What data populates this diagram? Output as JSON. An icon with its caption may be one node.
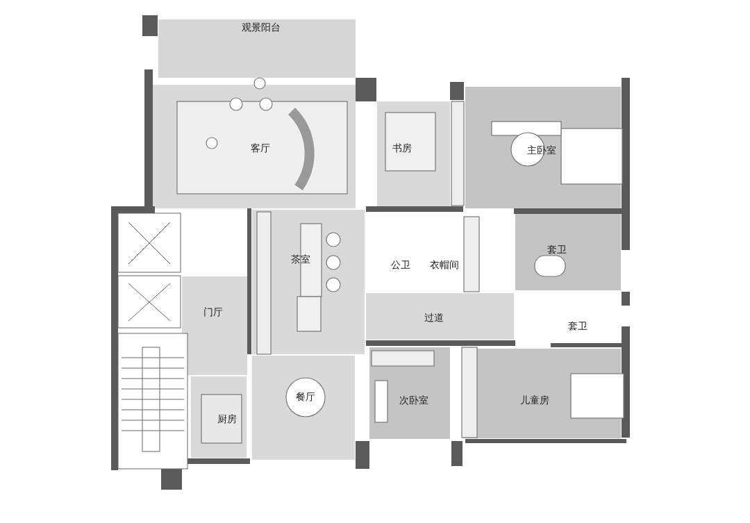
{
  "diagram": {
    "nodes": [
      {
        "text": [
          "观景阳台"
        ]
      },
      {
        "text": [
          "客厅"
        ]
      },
      {
        "text": [
          "书房"
        ]
      },
      {
        "text": [
          "主卧室"
        ]
      },
      {
        "text": [
          "茶室"
        ]
      },
      {
        "text": [
          "公卫"
        ]
      },
      {
        "text": [
          "衣帽间"
        ]
      },
      {
        "text": [
          "套卫"
        ]
      },
      {
        "text": [
          "门厅"
        ]
      },
      {
        "text": [
          "过道"
        ]
      },
      {
        "text": [
          "套卫"
        ]
      },
      {
        "text": [
          "餐厅"
        ]
      },
      {
        "text": [
          "次卧室"
        ]
      },
      {
        "text": [
          "儿童房"
        ]
      },
      {
        "text": [
          "厨房"
        ]
      }
    ]
  }
}
